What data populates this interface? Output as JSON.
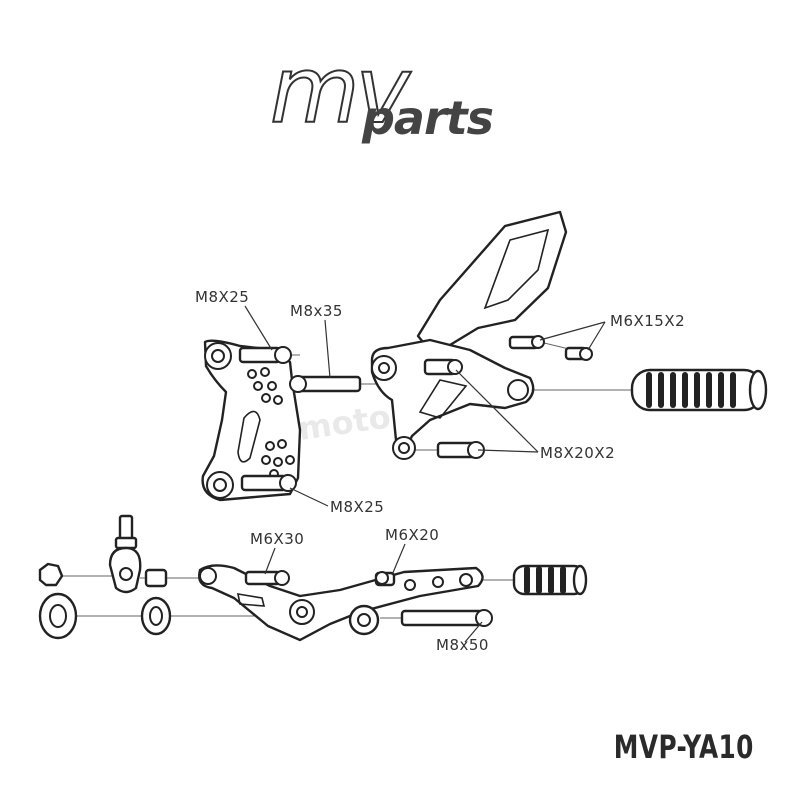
{
  "logo": {
    "text_top": "mv",
    "text_bottom": "parts"
  },
  "watermark": "moto",
  "labels": {
    "m8x25_top": "M8X25",
    "m8x35": "M8x35",
    "m6x15x2": "M6X15X2",
    "m8x20x2": "M8X20X2",
    "m8x25_bottom": "M8X25",
    "m6x30": "M6X30",
    "m6x20": "M6X20",
    "m8x50": "M8x50"
  },
  "model_code": "MVP-YA10"
}
